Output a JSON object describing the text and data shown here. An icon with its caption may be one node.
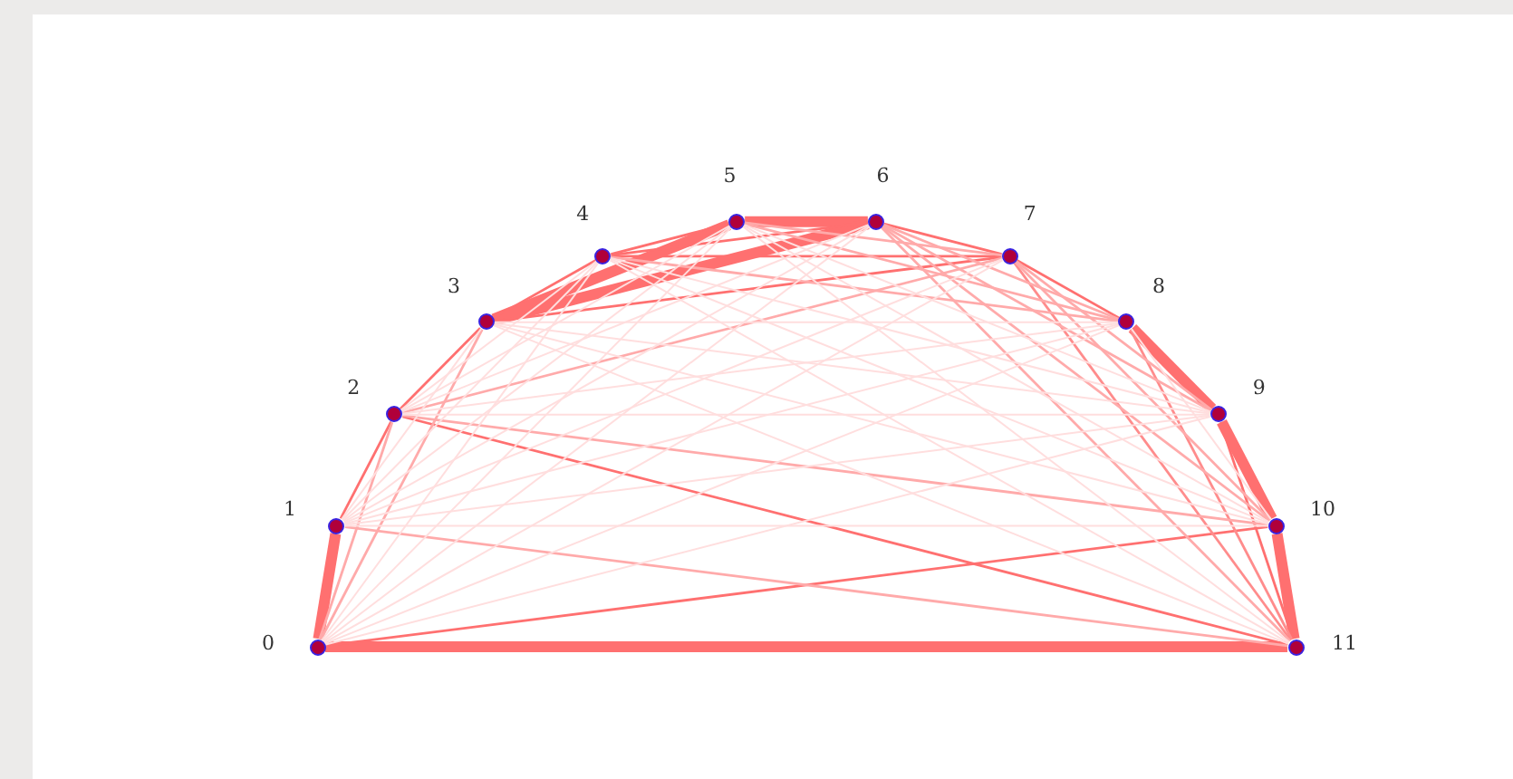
{
  "diagram": {
    "nodes": [
      {
        "text": [],
        "shape": "circle",
        "beside": [
          "0"
        ]
      },
      {
        "text": [],
        "shape": "circle",
        "beside": [
          "1"
        ]
      },
      {
        "text": [],
        "shape": "circle",
        "beside": [
          "2"
        ]
      },
      {
        "text": [],
        "shape": "circle",
        "beside": [
          "3"
        ]
      },
      {
        "text": [],
        "shape": "circle",
        "beside": [
          "4"
        ]
      },
      {
        "text": [],
        "shape": "circle",
        "beside": [
          "5"
        ]
      },
      {
        "text": [],
        "shape": "circle",
        "beside": [
          "6"
        ]
      },
      {
        "text": [],
        "shape": "circle",
        "beside": [
          "7"
        ]
      },
      {
        "text": [],
        "shape": "circle",
        "beside": [
          "8"
        ]
      },
      {
        "text": [],
        "shape": "circle",
        "beside": [
          "9"
        ]
      },
      {
        "text": [],
        "shape": "circle",
        "beside": [
          "10"
        ]
      },
      {
        "text": [],
        "shape": "circle",
        "beside": [
          "11"
        ]
      }
    ],
    "edges": [
      {
        "from": 0,
        "to": 11,
        "arrow": "none",
        "style": "thick",
        "color": "#ff7070"
      },
      {
        "from": 5,
        "to": 6,
        "arrow": "none",
        "style": "thick",
        "color": "#ff7070"
      },
      {
        "from": 3,
        "to": 6,
        "arrow": "none",
        "style": "thick",
        "color": "#ff7070"
      },
      {
        "from": 3,
        "to": 5,
        "arrow": "none",
        "style": "thick",
        "color": "#ff7070"
      },
      {
        "from": 8,
        "to": 9,
        "arrow": "none",
        "style": "thick",
        "color": "#ff7070"
      },
      {
        "from": 9,
        "to": 10,
        "arrow": "none",
        "style": "thick",
        "color": "#ff7070"
      },
      {
        "from": 10,
        "to": 11,
        "arrow": "none",
        "style": "thick",
        "color": "#ff7070"
      },
      {
        "from": 0,
        "to": 1,
        "arrow": "none",
        "style": "thick",
        "color": "#ff7070"
      },
      {
        "from": 1,
        "to": 2,
        "arrow": "none",
        "color": "#ff7070"
      },
      {
        "from": 2,
        "to": 3,
        "arrow": "none",
        "color": "#ff7070"
      },
      {
        "from": 3,
        "to": 4,
        "arrow": "none",
        "color": "#ff7070"
      },
      {
        "from": 4,
        "to": 5,
        "arrow": "none",
        "color": "#ff7070"
      },
      {
        "from": 4,
        "to": 6,
        "arrow": "none",
        "color": "#ff7070"
      },
      {
        "from": 4,
        "to": 7,
        "arrow": "none",
        "color": "#ff7070"
      },
      {
        "from": 6,
        "to": 7,
        "arrow": "none",
        "color": "#ff7070"
      },
      {
        "from": 7,
        "to": 8,
        "arrow": "none",
        "color": "#ff7070"
      },
      {
        "from": 0,
        "to": 10,
        "arrow": "none",
        "color": "#ff7070"
      },
      {
        "from": 2,
        "to": 11,
        "arrow": "none",
        "color": "#ff7070"
      },
      {
        "from": 3,
        "to": 7,
        "arrow": "none",
        "color": "#ff7070"
      },
      {
        "from": 9,
        "to": 11,
        "arrow": "none",
        "color": "#ff7070"
      },
      {
        "from": 8,
        "to": 11,
        "arrow": "none",
        "color": "#ff8c8c"
      },
      {
        "from": 7,
        "to": 11,
        "arrow": "none",
        "color": "#ff8c8c"
      },
      {
        "from": 6,
        "to": 8,
        "arrow": "none",
        "color": "#ffaaaa"
      },
      {
        "from": 1,
        "to": 11,
        "arrow": "none",
        "color": "#ffaaaa"
      },
      {
        "from": 2,
        "to": 10,
        "arrow": "none",
        "color": "#ffaaaa"
      },
      {
        "from": 0,
        "to": 3,
        "arrow": "none",
        "color": "#ffaaaa"
      },
      {
        "from": 0,
        "to": 2,
        "arrow": "none",
        "color": "#ffaaaa"
      },
      {
        "from": 6,
        "to": 10,
        "arrow": "none",
        "color": "#ffaaaa"
      },
      {
        "from": 7,
        "to": 10,
        "arrow": "none",
        "color": "#ffaaaa"
      },
      {
        "from": 6,
        "to": 9,
        "arrow": "none",
        "color": "#ffaaaa"
      },
      {
        "from": 5,
        "to": 7,
        "arrow": "none",
        "color": "#ffaaaa"
      },
      {
        "from": 5,
        "to": 8,
        "arrow": "none",
        "color": "#ffaaaa"
      },
      {
        "from": 4,
        "to": 8,
        "arrow": "none",
        "color": "#ffaaaa"
      },
      {
        "from": 2,
        "to": 7,
        "arrow": "none",
        "color": "#ffaaaa"
      },
      {
        "from": 6,
        "to": 11,
        "arrow": "none",
        "color": "#ffaaaa"
      },
      {
        "from": 7,
        "to": 9,
        "arrow": "none",
        "color": "#ffaaaa"
      },
      {
        "from": 1,
        "to": 3,
        "arrow": "none"
      },
      {
        "from": 0,
        "to": 4,
        "arrow": "none"
      },
      {
        "from": 0,
        "to": 5,
        "arrow": "none"
      },
      {
        "from": 0,
        "to": 6,
        "arrow": "none"
      },
      {
        "from": 0,
        "to": 7,
        "arrow": "none"
      },
      {
        "from": 0,
        "to": 8,
        "arrow": "none"
      },
      {
        "from": 0,
        "to": 9,
        "arrow": "none"
      },
      {
        "from": 1,
        "to": 4,
        "arrow": "none"
      },
      {
        "from": 1,
        "to": 5,
        "arrow": "none"
      },
      {
        "from": 1,
        "to": 6,
        "arrow": "none"
      },
      {
        "from": 1,
        "to": 7,
        "arrow": "none"
      },
      {
        "from": 1,
        "to": 8,
        "arrow": "none"
      },
      {
        "from": 1,
        "to": 9,
        "arrow": "none"
      },
      {
        "from": 1,
        "to": 10,
        "arrow": "none"
      },
      {
        "from": 2,
        "to": 4,
        "arrow": "none"
      },
      {
        "from": 2,
        "to": 5,
        "arrow": "none"
      },
      {
        "from": 2,
        "to": 6,
        "arrow": "none"
      },
      {
        "from": 2,
        "to": 8,
        "arrow": "none"
      },
      {
        "from": 2,
        "to": 9,
        "arrow": "none"
      },
      {
        "from": 3,
        "to": 8,
        "arrow": "none"
      },
      {
        "from": 3,
        "to": 9,
        "arrow": "none"
      },
      {
        "from": 3,
        "to": 10,
        "arrow": "none"
      },
      {
        "from": 3,
        "to": 11,
        "arrow": "none"
      },
      {
        "from": 4,
        "to": 9,
        "arrow": "none"
      },
      {
        "from": 4,
        "to": 10,
        "arrow": "none"
      },
      {
        "from": 4,
        "to": 11,
        "arrow": "none"
      },
      {
        "from": 5,
        "to": 9,
        "arrow": "none"
      },
      {
        "from": 5,
        "to": 10,
        "arrow": "none"
      },
      {
        "from": 5,
        "to": 11,
        "arrow": "none"
      },
      {
        "from": 8,
        "to": 10,
        "arrow": "none"
      }
    ]
  }
}
